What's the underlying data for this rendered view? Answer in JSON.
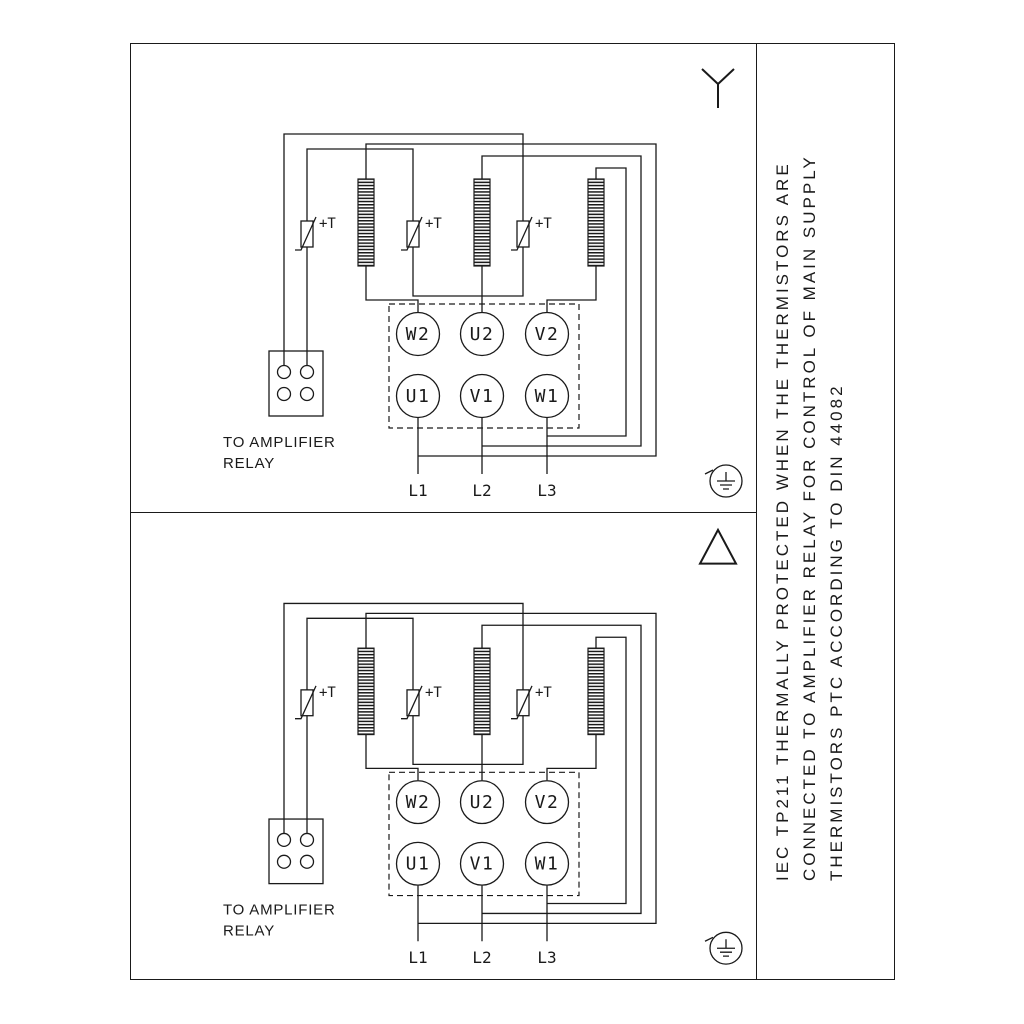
{
  "page": {
    "background": "#ffffff",
    "ink": "#1a1a1a"
  },
  "note_column": {
    "lines": [
      "IEC TP211 THERMALLY PROTECTED WHEN THE THERMISTORS ARE",
      "CONNECTED TO AMPLIFIER RELAY FOR CONTROL OF MAIN SUPPLY",
      "THERMISTORS PTC ACCORDING TO DIN 44082"
    ]
  },
  "panels": [
    {
      "connection": "star",
      "connection_icon": "star-connection-icon",
      "thermistor_label": "+T",
      "terminals_top": [
        "W2",
        "U2",
        "V2"
      ],
      "terminals_bottom": [
        "U1",
        "V1",
        "W1"
      ],
      "supply_lines": [
        "L1",
        "L2",
        "L3"
      ],
      "relay_caption_line1": "TO AMPLIFIER",
      "relay_caption_line2": "RELAY"
    },
    {
      "connection": "delta",
      "connection_icon": "delta-connection-icon",
      "thermistor_label": "+T",
      "terminals_top": [
        "W2",
        "U2",
        "V2"
      ],
      "terminals_bottom": [
        "U1",
        "V1",
        "W1"
      ],
      "supply_lines": [
        "L1",
        "L2",
        "L3"
      ],
      "relay_caption_line1": "TO AMPLIFIER",
      "relay_caption_line2": "RELAY"
    }
  ]
}
